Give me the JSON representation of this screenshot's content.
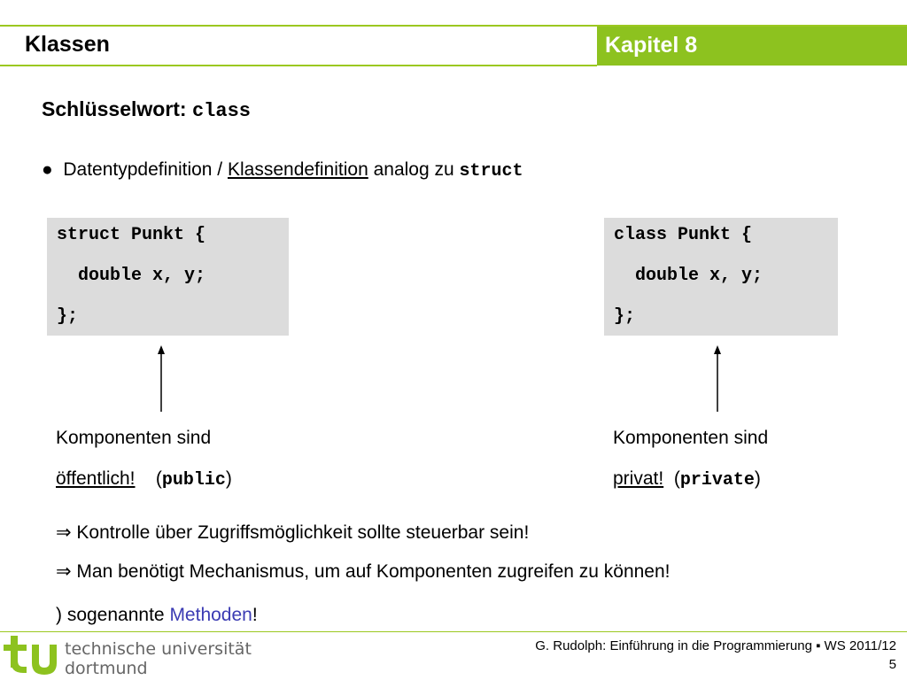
{
  "header": {
    "title": "Klassen",
    "chapter": "Kapitel 8"
  },
  "content": {
    "subheading_text": "Schlüsselwort: ",
    "subheading_code": "class",
    "bullet_symbol": "●",
    "bullet_part1": "Datentypdefinition / ",
    "bullet_link": "Klassendefinition",
    "bullet_part2": " analog zu ",
    "bullet_code": "struct",
    "code_left": [
      "struct Punkt {",
      "  double x, y;",
      "};"
    ],
    "code_right": [
      "class Punkt {",
      "  double x, y;",
      "};"
    ],
    "left_label_line1": "Komponenten sind",
    "left_label_word": "öffentlich!",
    "left_label_paren_open": "(",
    "left_label_code": "public",
    "left_label_paren_close": ")",
    "right_label_line1": "Komponenten sind",
    "right_label_word": "privat!",
    "right_label_paren_open": "(",
    "right_label_code": "private",
    "right_label_paren_close": ")",
    "consequence1": "⇒ Kontrolle über Zugriffsmöglichkeit sollte steuerbar sein!",
    "consequence2": "⇒ Man benötigt Mechanismus, um auf Komponenten zugreifen zu können!",
    "consequence3_pre": ") sogenannte ",
    "consequence3_link": "Methoden",
    "consequence3_post": "!"
  },
  "footer": {
    "credit": "G. Rudolph: Einführung in die Programmierung ▪ WS 2011/12",
    "page_number": "5",
    "logo_line1": "technische universität",
    "logo_line2": "dortmund"
  },
  "colors": {
    "accent_green": "#8dc21f",
    "code_background": "#dcdcdc",
    "link_blue": "#3b3bb3"
  }
}
